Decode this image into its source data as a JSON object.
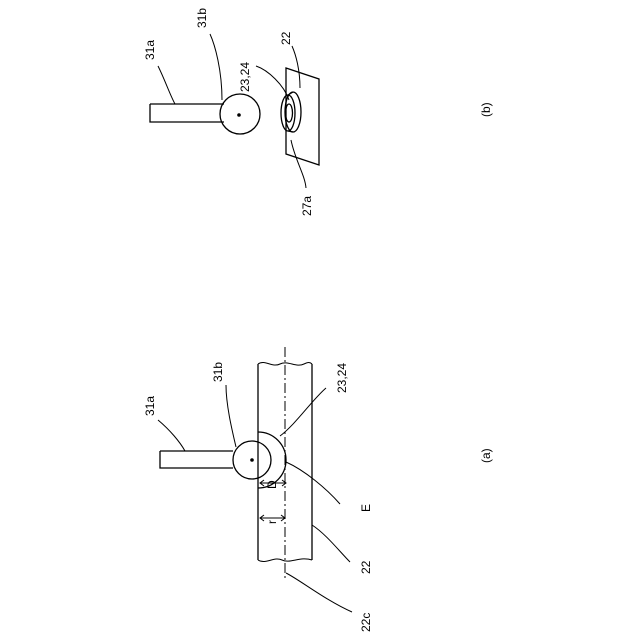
{
  "figure_a": {
    "panel_label": "(a)",
    "labels": {
      "arm": "31a",
      "ball": "31b",
      "socket": "23,24",
      "plate": "22",
      "center_line": "22c",
      "edge": "E",
      "dim_d": "D",
      "dim_r": "r"
    }
  },
  "figure_b": {
    "panel_label": "(b)",
    "labels": {
      "arm": "31a",
      "ball": "31b",
      "socket": "23,24",
      "plate": "22",
      "rim": "27a"
    }
  }
}
